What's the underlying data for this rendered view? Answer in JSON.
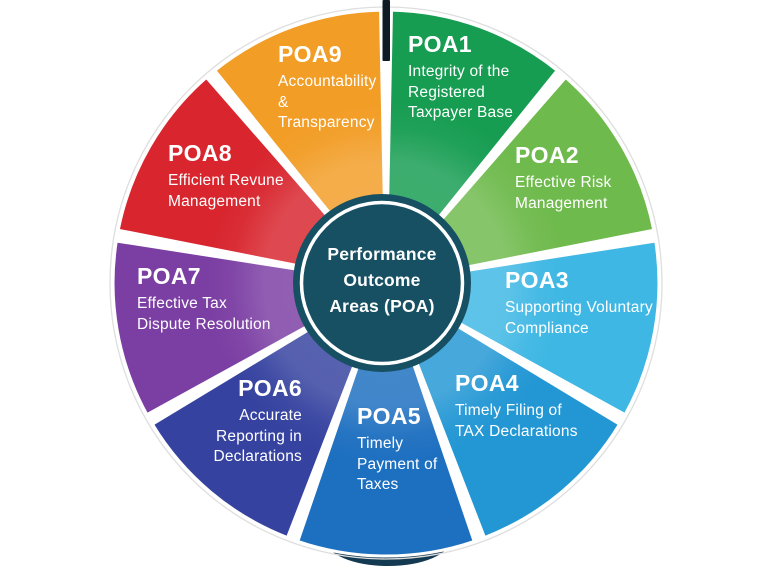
{
  "center": {
    "bg": "#174F63",
    "ring": "#FFFFFF",
    "lines": [
      "Performance",
      "Outcome",
      "Areas (POA)"
    ]
  },
  "accents": {
    "top_tick": "#0F1B24",
    "base_arc": "#143A52",
    "rim_edge": "#DEDEDE"
  },
  "segments": [
    {
      "id": "poa1",
      "label": "POA1",
      "color": "#179D52",
      "desc": [
        "Integrity of the",
        "Registered",
        "Taxpayer Base"
      ]
    },
    {
      "id": "poa2",
      "label": "POA2",
      "color": "#6FBA4D",
      "desc": [
        "Effective Risk",
        "Management"
      ]
    },
    {
      "id": "poa3",
      "label": "POA3",
      "color": "#3EB7E4",
      "desc": [
        "Supporting Voluntary",
        "Compliance"
      ]
    },
    {
      "id": "poa4",
      "label": "POA4",
      "color": "#2397D4",
      "desc": [
        "Timely Filing of",
        "TAX Declarations"
      ]
    },
    {
      "id": "poa5",
      "label": "POA5",
      "color": "#1D6FC0",
      "desc": [
        "Timely",
        "Payment of",
        "Taxes"
      ]
    },
    {
      "id": "poa6",
      "label": "POA6",
      "color": "#35429F",
      "desc": [
        "Accurate",
        "Reporting in",
        "Declarations"
      ]
    },
    {
      "id": "poa7",
      "label": "POA7",
      "color": "#7B3EA3",
      "desc": [
        "Effective Tax",
        "Dispute Resolution"
      ]
    },
    {
      "id": "poa8",
      "label": "POA8",
      "color": "#D8252E",
      "desc": [
        "Efficient Revune",
        "Management"
      ]
    },
    {
      "id": "poa9",
      "label": "POA9",
      "color": "#F29D26",
      "desc": [
        "Accountability",
        "&",
        "Transparency"
      ]
    }
  ]
}
